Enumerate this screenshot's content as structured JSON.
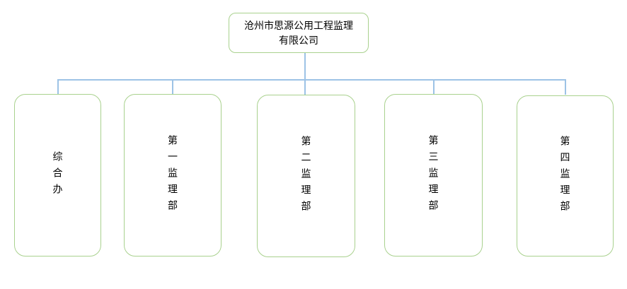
{
  "org": {
    "root": {
      "name": "沧州市思源公用工程监理有限公司",
      "name_lines": [
        "沧州市思源公用工程监理",
        "有限公司"
      ]
    },
    "departments": [
      {
        "label": "综合办"
      },
      {
        "label": "第一监理部"
      },
      {
        "label": "第二监理部"
      },
      {
        "label": "第三监理部"
      },
      {
        "label": "第四监理部"
      }
    ]
  },
  "colors": {
    "background": "#FFFFFF",
    "box_border": "#A9D18E",
    "connector": "#9DC3E6",
    "text": "#000000"
  }
}
